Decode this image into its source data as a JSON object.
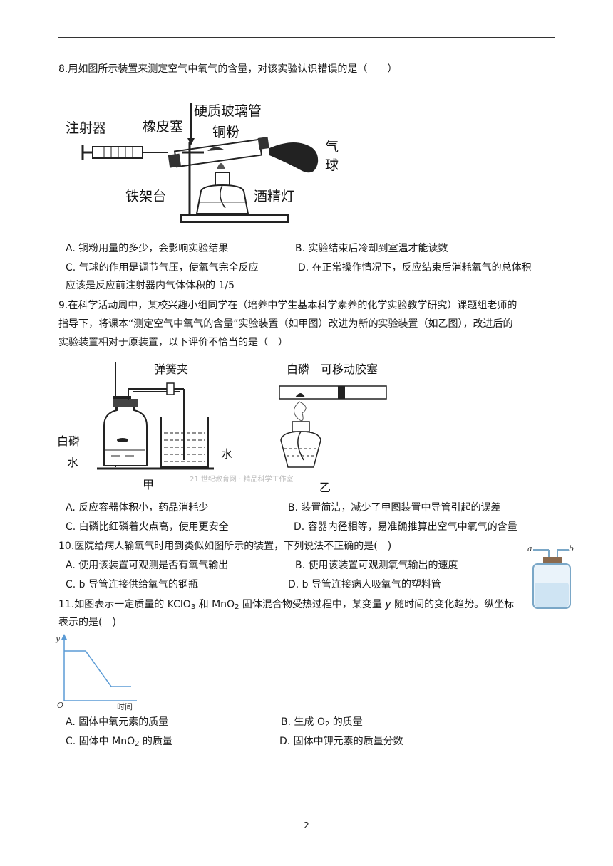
{
  "q8": {
    "stem": "8.用如图所示装置来测定空气中氧气的含量，对该实验认识错误的是（　　）",
    "fig": {
      "zhusheqi": "注射器",
      "xiangpisai": "橡皮塞",
      "yingzhi": "硬质玻璃管",
      "tongfen": "铜粉",
      "qi": "气",
      "qiu": "球",
      "tiejiatai": "铁架台",
      "jiujingdeng": "酒精灯"
    },
    "A": "A. 铜粉用量的多少，会影响实验结果",
    "B": "B. 实验结束后冷却到室温才能读数",
    "C": "C. 气球的作用是调节气压，使氧气完全反应",
    "D1": "D. 在正常操作情况下，反应结束后消耗氧气的总体积",
    "D2": "应该是反应前注射器内气体体积的 1/5"
  },
  "q9": {
    "line1": "9.在科学活动周中，某校兴趣小组同学在（培养中学生基本科学素养的化学实验教学研究）课题组老师的",
    "line2": "指导下，将课本“测定空气中氧气的含量”实验装置（如甲图）改进为新的实验装置（如乙图），改进后的",
    "line3": "实验装置相对于原装置，以下评价不恰当的是（　）",
    "fig": {
      "tanhuangjia": "弹簧夹",
      "baiLin": "白磷",
      "shui1": "水",
      "shui2": "水",
      "jia": "甲",
      "baiLin2": "白磷",
      "kejiaosai": "可移动胶塞",
      "yi": "乙",
      "watermark": "21 世纪教育网 · 精品科学工作室"
    },
    "A": "A. 反应容器体积小，药品消耗少",
    "B": "B. 装置简洁，减少了甲图装置中导管引起的误差",
    "C": "C. 白磷比红磷着火点高，使用更安全",
    "D": "D. 容器内径相等，易准确推算出空气中氧气的含量"
  },
  "q10": {
    "stem": "10.医院给病人输氧气时用到类似如图所示的装置，下列说法不正确的是(　)",
    "A": "A. 使用该装置可观测是否有氧气输出",
    "B": "B. 使用该装置可观测氧气输出的速度",
    "C": "C. b 导管连接供给氧气的钢瓶",
    "D": "D. b 导管连接病人吸氧气的塑料管",
    "fig": {
      "a": "a",
      "b": "b"
    }
  },
  "q11": {
    "stem_pre": "11.如图表示一定质量的 KClO",
    "stem_sub1": "3",
    "stem_mid": " 和 MnO",
    "stem_sub2": "2",
    "stem_post": " 固体混合物受热过程中，某变量 ",
    "stem_var": "y",
    "stem_end": " 随时间的变化趋势。纵坐标",
    "line2": "表示的是(　)",
    "graph": {
      "ylabel": "y",
      "origin": "O",
      "xlabel": "时间"
    },
    "A": "A. 固体中氧元素的质量",
    "B_pre": "B. 生成 O",
    "B_sub": "2",
    "B_post": " 的质量",
    "C_pre": "C. 固体中 MnO",
    "C_sub": "2",
    "C_post": " 的质量",
    "D": "D. 固体中钾元素的质量分数"
  },
  "page_number": "2"
}
